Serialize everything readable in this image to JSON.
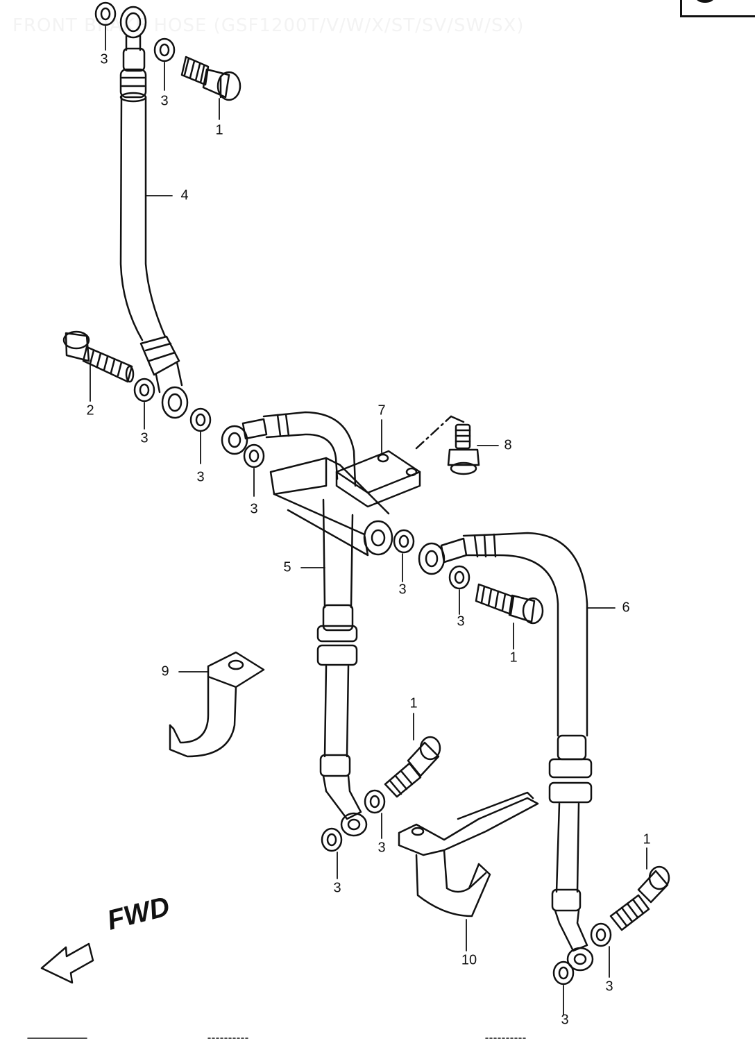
{
  "title": "FRONT BRAKE HOSE (GSF1200T/V/W/X/ST/SV/SW/SX)",
  "direction_label": "FWD",
  "callouts": [
    {
      "id": "c1",
      "label": "3"
    },
    {
      "id": "c2",
      "label": "3"
    },
    {
      "id": "c3",
      "label": "1"
    },
    {
      "id": "c4",
      "label": "4"
    },
    {
      "id": "c5",
      "label": "2"
    },
    {
      "id": "c6",
      "label": "3"
    },
    {
      "id": "c7",
      "label": "3"
    },
    {
      "id": "c8",
      "label": "7"
    },
    {
      "id": "c9",
      "label": "8"
    },
    {
      "id": "c10",
      "label": "3"
    },
    {
      "id": "c11",
      "label": "5"
    },
    {
      "id": "c12",
      "label": "3"
    },
    {
      "id": "c13",
      "label": "3"
    },
    {
      "id": "c14",
      "label": "6"
    },
    {
      "id": "c15",
      "label": "1"
    },
    {
      "id": "c16",
      "label": "9"
    },
    {
      "id": "c17",
      "label": "1"
    },
    {
      "id": "c18",
      "label": "3"
    },
    {
      "id": "c19",
      "label": "3"
    },
    {
      "id": "c20",
      "label": "1"
    },
    {
      "id": "c21",
      "label": "10"
    },
    {
      "id": "c22",
      "label": "3"
    },
    {
      "id": "c23",
      "label": "3"
    }
  ]
}
